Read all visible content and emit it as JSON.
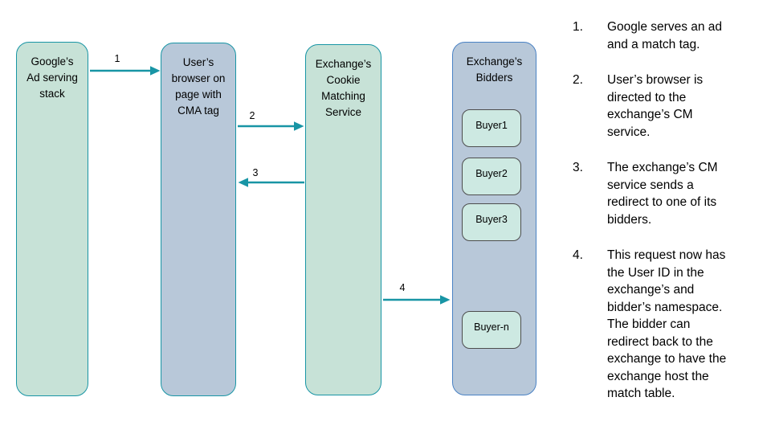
{
  "diagram": {
    "nodes": [
      {
        "title": "Google’s\nAd serving\nstack",
        "fill": "#c7e2d7",
        "border": "#1895a5"
      },
      {
        "title": "User’s\nbrowser on\npage with\nCMA tag",
        "fill": "#b8c8d9",
        "border": "#1895a5"
      },
      {
        "title": "Exchange’s\nCookie\nMatching\nService",
        "fill": "#c7e2d7",
        "border": "#1895a5"
      },
      {
        "title": "Exchange’s\nBidders",
        "fill": "#b8c8d9",
        "border": "#4a82c4",
        "buyers": [
          "Buyer1",
          "Buyer2",
          "Buyer3",
          "Buyer-n"
        ],
        "buyer_fill": "#cde9e2",
        "buyer_border": "#4d4d4d"
      }
    ],
    "arrows": [
      {
        "label": "1"
      },
      {
        "label": "2"
      },
      {
        "label": "3"
      },
      {
        "label": "4"
      }
    ],
    "arrow_color": "#1895a5"
  },
  "steps": {
    "items": [
      {
        "number": "1.",
        "text": "Google serves an ad\nand a match tag."
      },
      {
        "number": "2.",
        "text": "User’s browser is\ndirected to the\nexchange’s CM\nservice."
      },
      {
        "number": "3.",
        "text": "The exchange’s CM\nservice sends a\nredirect to one of its\nbidders."
      },
      {
        "number": "4.",
        "text": "This request now has\nthe User ID in the\nexchange’s and\nbidder’s namespace.\nThe bidder can\nredirect back to the\nexchange to have the\nexchange host the\nmatch table."
      }
    ]
  }
}
